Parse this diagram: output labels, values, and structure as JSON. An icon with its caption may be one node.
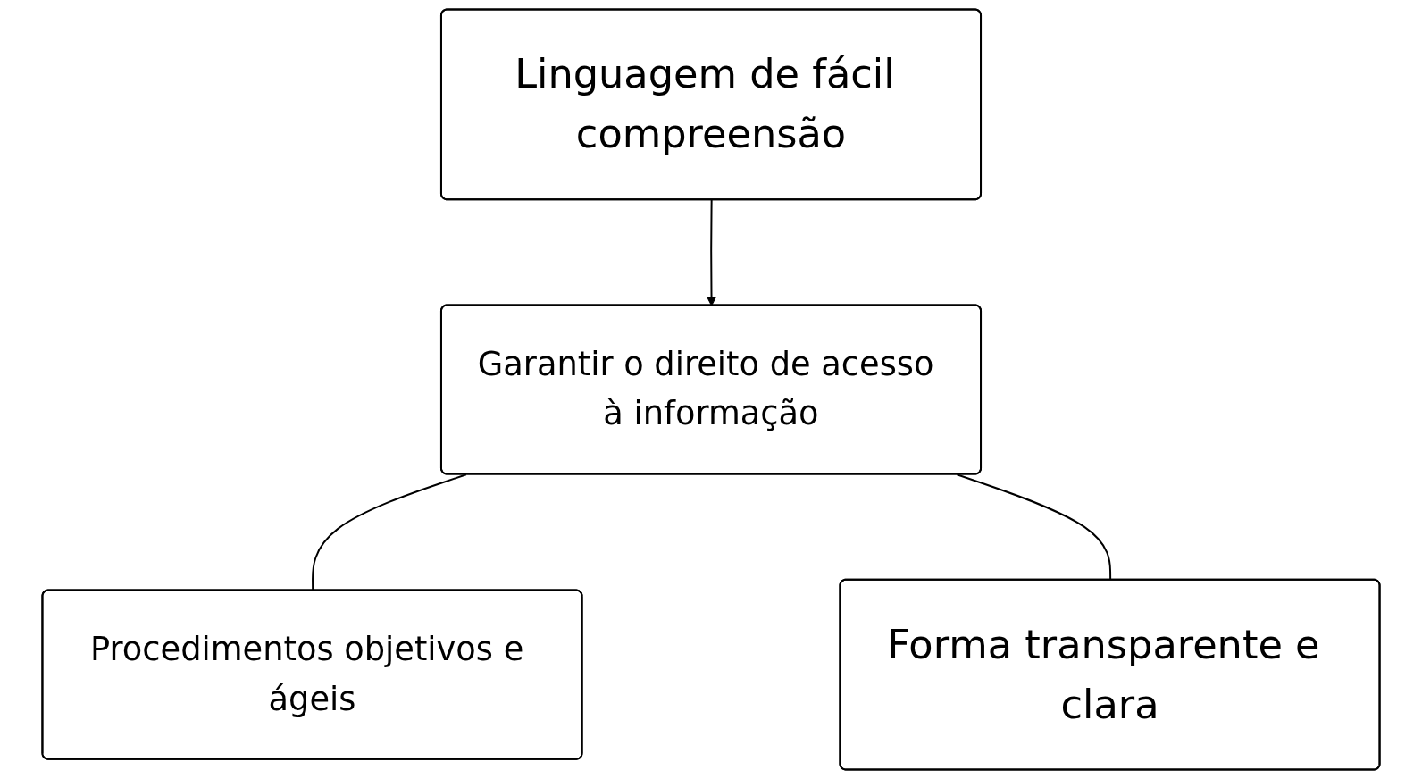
{
  "diagram": {
    "nodes": [
      {
        "text": [
          "Linguagem de fácil compreensão"
        ]
      },
      {
        "text": [
          "Garantir o direito de acesso à informação"
        ]
      },
      {
        "text": [
          "Procedimentos objetivos e ágeis"
        ]
      },
      {
        "text": [
          "Forma transparente e clara"
        ]
      }
    ],
    "edges": [
      {
        "from": 0,
        "to": 1,
        "arrow": "to"
      },
      {
        "from": 1,
        "to": 2,
        "arrow": "none"
      },
      {
        "from": 1,
        "to": 3,
        "arrow": "none"
      }
    ]
  }
}
